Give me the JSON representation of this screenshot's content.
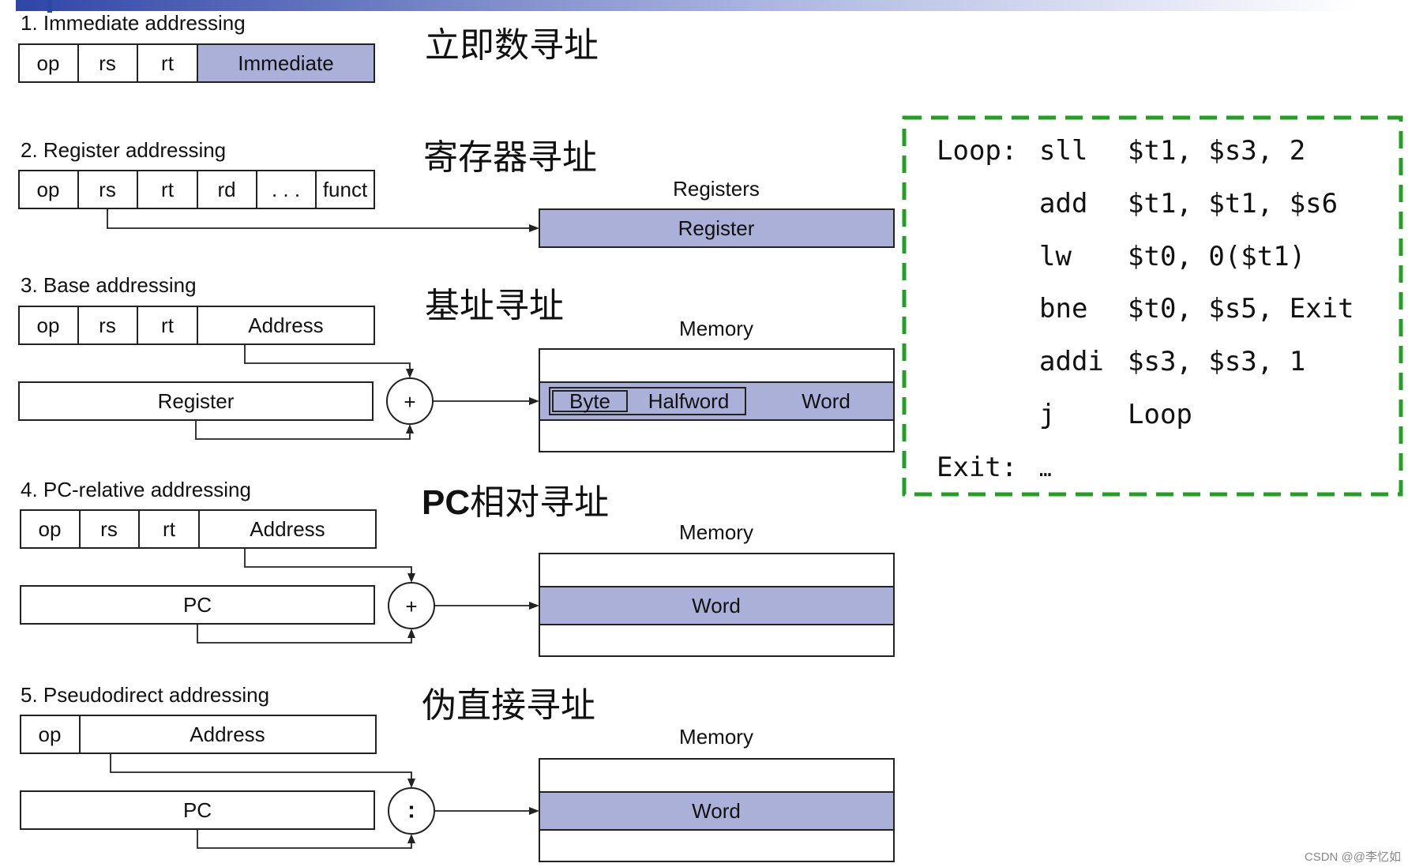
{
  "colors": {
    "highlight_fill": "#aab0d8",
    "dashed_border": "#22a022",
    "header_bar": "#3a4ea8"
  },
  "sections": [
    {
      "title": "1.  Immediate addressing",
      "cn_title": "立即数寻址",
      "fields": [
        "op",
        "rs",
        "rt",
        "Immediate"
      ]
    },
    {
      "title": "2. Register addressing",
      "cn_title": "寄存器寻址",
      "fields": [
        "op",
        "rs",
        "rt",
        "rd",
        ". . .",
        "funct"
      ],
      "target_label": "Registers",
      "target_box": "Register"
    },
    {
      "title": "3.  Base addressing",
      "cn_title": "基址寻址",
      "fields": [
        "op",
        "rs",
        "rt",
        "Address"
      ],
      "source_box": "Register",
      "operator": "+",
      "target_label": "Memory",
      "memory_row": [
        "Byte",
        "Halfword",
        "Word"
      ]
    },
    {
      "title": "4.  PC-relative addressing",
      "cn_title_bold": "PC",
      "cn_title": "相对寻址",
      "fields": [
        "op",
        "rs",
        "rt",
        "Address"
      ],
      "source_box": "PC",
      "operator": "+",
      "target_label": "Memory",
      "memory_row": [
        "Word"
      ]
    },
    {
      "title": "5.  Pseudodirect addressing",
      "cn_title": "伪直接寻址",
      "fields": [
        "op",
        "Address"
      ],
      "source_box": "PC",
      "operator": ":",
      "target_label": "Memory",
      "memory_row": [
        "Word"
      ]
    }
  ],
  "code": [
    {
      "label": "Loop:",
      "op": "sll",
      "args": "$t1, $s3, 2"
    },
    {
      "label": "",
      "op": "add",
      "args": "$t1, $t1, $s6"
    },
    {
      "label": "",
      "op": "lw",
      "args": "$t0, 0($t1)"
    },
    {
      "label": "",
      "op": "bne",
      "args": "$t0, $s5, Exit"
    },
    {
      "label": "",
      "op": "addi",
      "args": "$s3, $s3, 1"
    },
    {
      "label": "",
      "op": "j",
      "args": "Loop"
    },
    {
      "label": "Exit:",
      "op": "…",
      "args": ""
    }
  ],
  "watermark": "CSDN @@李忆如"
}
